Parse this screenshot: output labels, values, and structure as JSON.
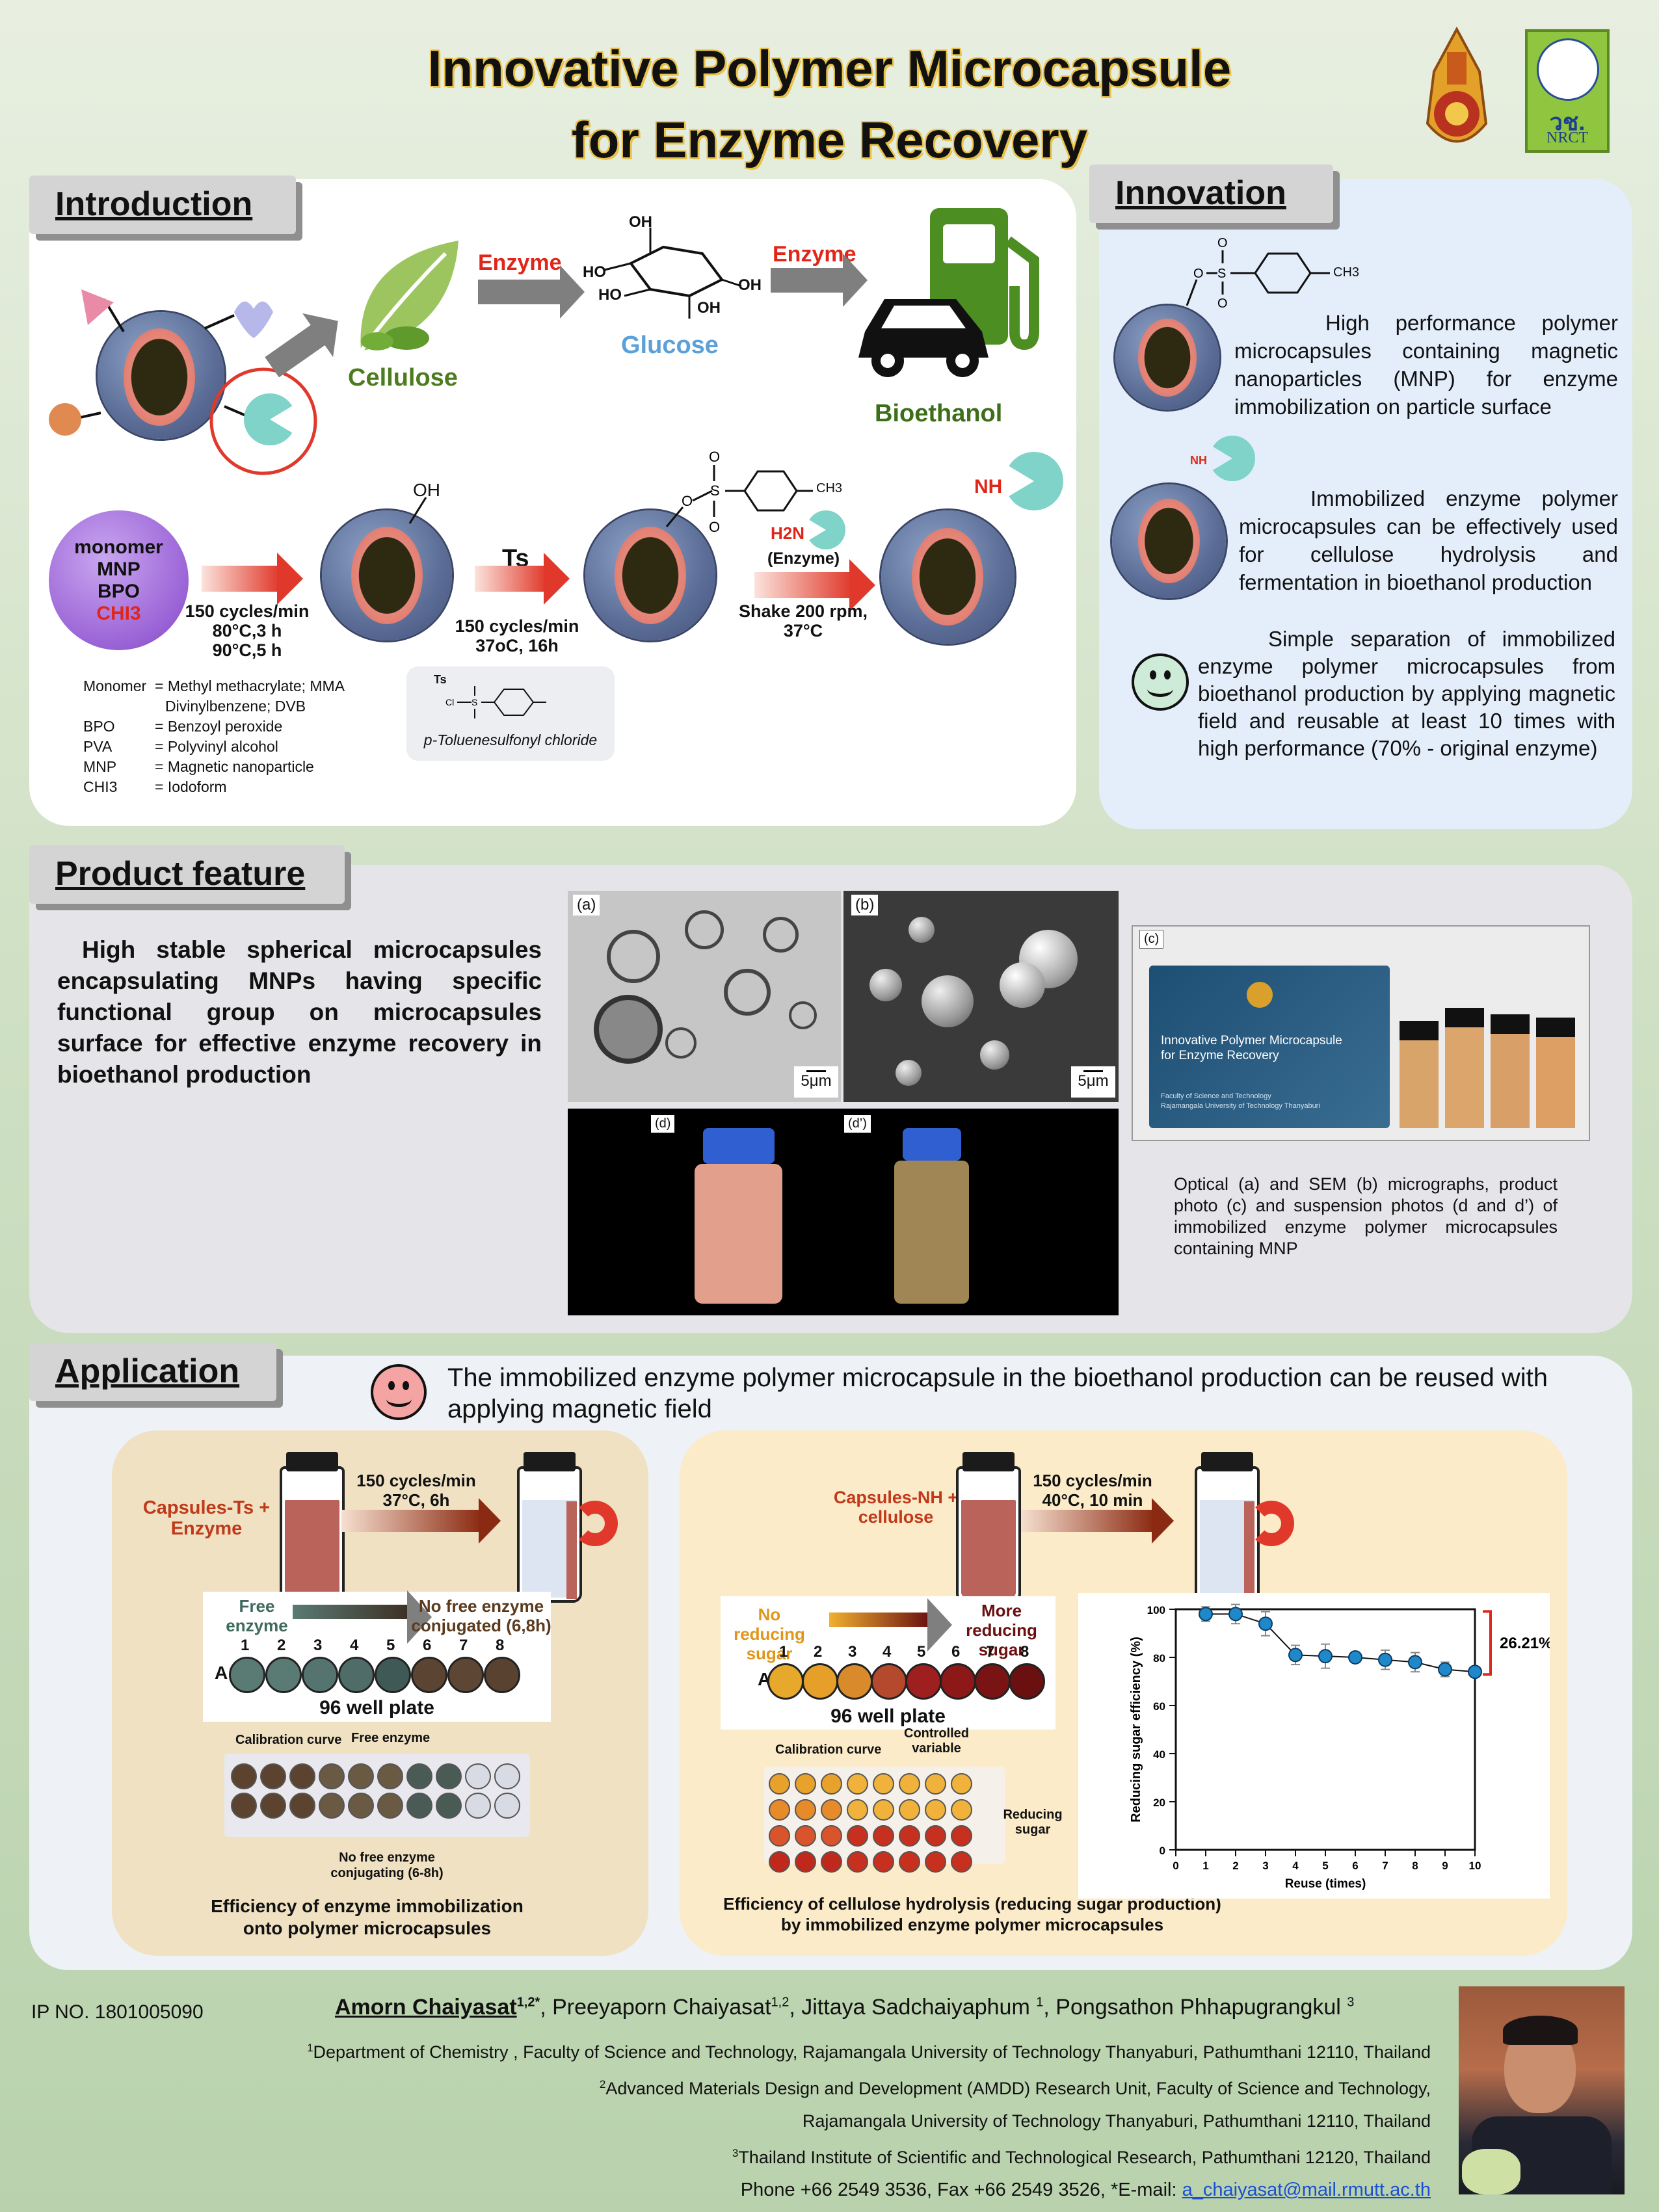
{
  "title": {
    "line1": "Innovative Polymer Microcapsule",
    "line2": "for Enzyme Recovery"
  },
  "logos": {
    "nrct_text": "วช.",
    "nrct_sub": "NRCT"
  },
  "intro": {
    "header": "Introduction",
    "enzyme1": "Enzyme",
    "enzyme2": "Enzyme",
    "cellulose": "Cellulose",
    "glucose": "Glucose",
    "bioethanol": "Bioethanol",
    "glu_labels": {
      "oh_top": "OH",
      "ho_left": "HO",
      "ho_left2": "HO",
      "oh_right": "OH",
      "oh_bottom": "OH"
    },
    "monomer_ball": [
      "monomer",
      "MNP",
      "BPO",
      "CHI3"
    ],
    "step1": [
      "150 cycles/min",
      "80°C,3 h",
      "90°C,5 h"
    ],
    "step1_oh": "OH",
    "step2_ts": "Ts",
    "step2": [
      "150 cycles/min",
      "37oC, 16h"
    ],
    "tosyl_ch3": "CH3",
    "step3_amine": "H2N",
    "step3_enzyme": "(Enzyme)",
    "step3": [
      "Shake 200 rpm,",
      "37°C"
    ],
    "nh": "NH",
    "ts_box_title": "Ts",
    "ts_box_name": "p-Toluenesulfonyl chloride",
    "legend": [
      {
        "key": "Monomer",
        "val": "= Methyl methacrylate; MMA"
      },
      {
        "key": "",
        "val": "Divinylbenzene; DVB"
      },
      {
        "key": "BPO",
        "val": "= Benzoyl peroxide"
      },
      {
        "key": "PVA",
        "val": "= Polyvinyl alcohol"
      },
      {
        "key": "MNP",
        "val": "= Magnetic nanoparticle"
      },
      {
        "key": "CHI3",
        "val": "= Iodoform"
      }
    ]
  },
  "innovation": {
    "header": "Innovation",
    "ch3": "CH3",
    "nh": "NH",
    "p1": "High performance polymer microcapsules containing magnetic nanoparticles (MNP) for enzyme immobilization on particle surface",
    "p2": "Immobilized enzyme polymer microcapsules can be effectively used for cellulose hydrolysis and fermentation in bioethanol production",
    "p3": "Simple separation of immobilized enzyme polymer microcapsules from bioethanol production by applying magnetic field and reusable at least 10 times with high performance (70% - original enzyme)"
  },
  "product": {
    "header": "Product feature",
    "text": "High stable spherical microcapsules encapsulating MNPs having specific functional group on microcapsules surface for effective enzyme recovery in bioethanol production",
    "labels": {
      "a": "(a)",
      "b": "(b)",
      "c": "(c)",
      "d": "(d)",
      "d2": "(d’)"
    },
    "scale_a": "5μm",
    "scale_b": "5μm",
    "box_text1": "Innovative Polymer Microcapsule",
    "box_text2": "for Enzyme Recovery",
    "box_small": "Faculty of Science and Technology",
    "box_small2": "Rajamangala University of Technology Thanyaburi",
    "caption": "Optical (a) and SEM (b) micrographs, product photo (c) and suspension photos (d and d’) of immobilized enzyme polymer microcapsules containing MNP"
  },
  "application": {
    "header": "Application",
    "text": "The immobilized enzyme polymer microcapsule in the bioethanol production can be reused with applying magnetic field",
    "left": {
      "reagent": [
        "Capsules-Ts +",
        "Enzyme"
      ],
      "cond": [
        "150 cycles/min",
        "37°C, 6h"
      ],
      "free": [
        "Free",
        "enzyme"
      ],
      "nofree": [
        "No free enzyme",
        "conjugated (6,8h)"
      ],
      "row": "A",
      "cols": [
        "1",
        "2",
        "3",
        "4",
        "5",
        "6",
        "7",
        "8"
      ],
      "plate": "96 well plate",
      "calib": "Calibration curve",
      "free2": "Free enzyme",
      "nofree2": [
        "No free enzyme",
        "conjugating (6-8h)"
      ],
      "caption": [
        "Efficiency of enzyme immobilization",
        "onto polymer microcapsules"
      ],
      "well_colors": [
        "#5a7a74",
        "#5a7a74",
        "#557470",
        "#4f6c68",
        "#3f5a56",
        "#5b4432",
        "#5e4634",
        "#5a4230"
      ]
    },
    "right": {
      "reagent": [
        "Capsules-NH +",
        "cellulose"
      ],
      "cond": [
        "150 cycles/min",
        "40°C, 10 min"
      ],
      "noreduce": [
        "No reducing",
        "sugar"
      ],
      "more": [
        "More",
        "reducing sugar"
      ],
      "row": "A",
      "cols": [
        "1",
        "2",
        "3",
        "4",
        "5",
        "6",
        "7",
        "8"
      ],
      "plate": "96 well plate",
      "calib": "Calibration curve",
      "controlled": [
        "Controlled",
        "variable"
      ],
      "reducing": [
        "Reducing",
        "sugar"
      ],
      "caption": [
        "Efficiency of cellulose hydrolysis (reducing sugar production)",
        "by immobilized enzyme polymer microcapsules"
      ],
      "well_colors": [
        "#e6a92c",
        "#e6a02a",
        "#d98a2a",
        "#b5492e",
        "#9e1f1f",
        "#8c1818",
        "#7a1414",
        "#6a1010"
      ]
    }
  },
  "chart_data": {
    "type": "line",
    "x": [
      1,
      2,
      3,
      4,
      5,
      6,
      7,
      8,
      9,
      10
    ],
    "values": [
      98,
      98,
      94,
      81,
      80.5,
      80,
      79,
      78,
      75,
      74
    ],
    "errors": [
      3,
      4,
      5,
      4,
      5,
      2,
      4,
      4,
      3,
      2
    ],
    "xlabel": "Reuse (times)",
    "ylabel": "Reducing sugar efficiency (%)",
    "xlim": [
      0,
      10
    ],
    "ylim": [
      0,
      100
    ],
    "xticks": [
      0,
      1,
      2,
      3,
      4,
      5,
      6,
      7,
      8,
      9,
      10
    ],
    "yticks": [
      0,
      20,
      40,
      60,
      80,
      100
    ],
    "annotation": "26.21%",
    "color": "#1f88c9"
  },
  "footer": {
    "ip": "IP NO. 1801005090",
    "author1": "Amorn Chaiyasat",
    "author1_sup": "1,2*",
    "authors_rest": ", Preeyaporn Chaiyasat",
    "sup2": "1,2",
    "author3": ",  Jittaya Sadchaiyaphum ",
    "sup3": "1",
    "author4": ", Pongsathon Phhapugrangkul ",
    "sup4": "3",
    "aff1": "Department of Chemistry , Faculty of Science and Technology, Rajamangala University of Technology Thanyaburi, Pathumthani 12110, Thailand",
    "aff2a": "Advanced Materials Design and Development (AMDD) Research Unit, Faculty of Science and Technology,",
    "aff2b": "Rajamangala University of Technology Thanyaburi, Pathumthani 12110, Thailand",
    "aff3": "Thailand Institute of Scientific and Technological Research, Pathumthani 12120, Thailand",
    "phone": "Phone +66 2549 3536, Fax +66 2549 3526, *E-mail: ",
    "email": "a_chaiyasat@mail.rmutt.ac.th"
  }
}
